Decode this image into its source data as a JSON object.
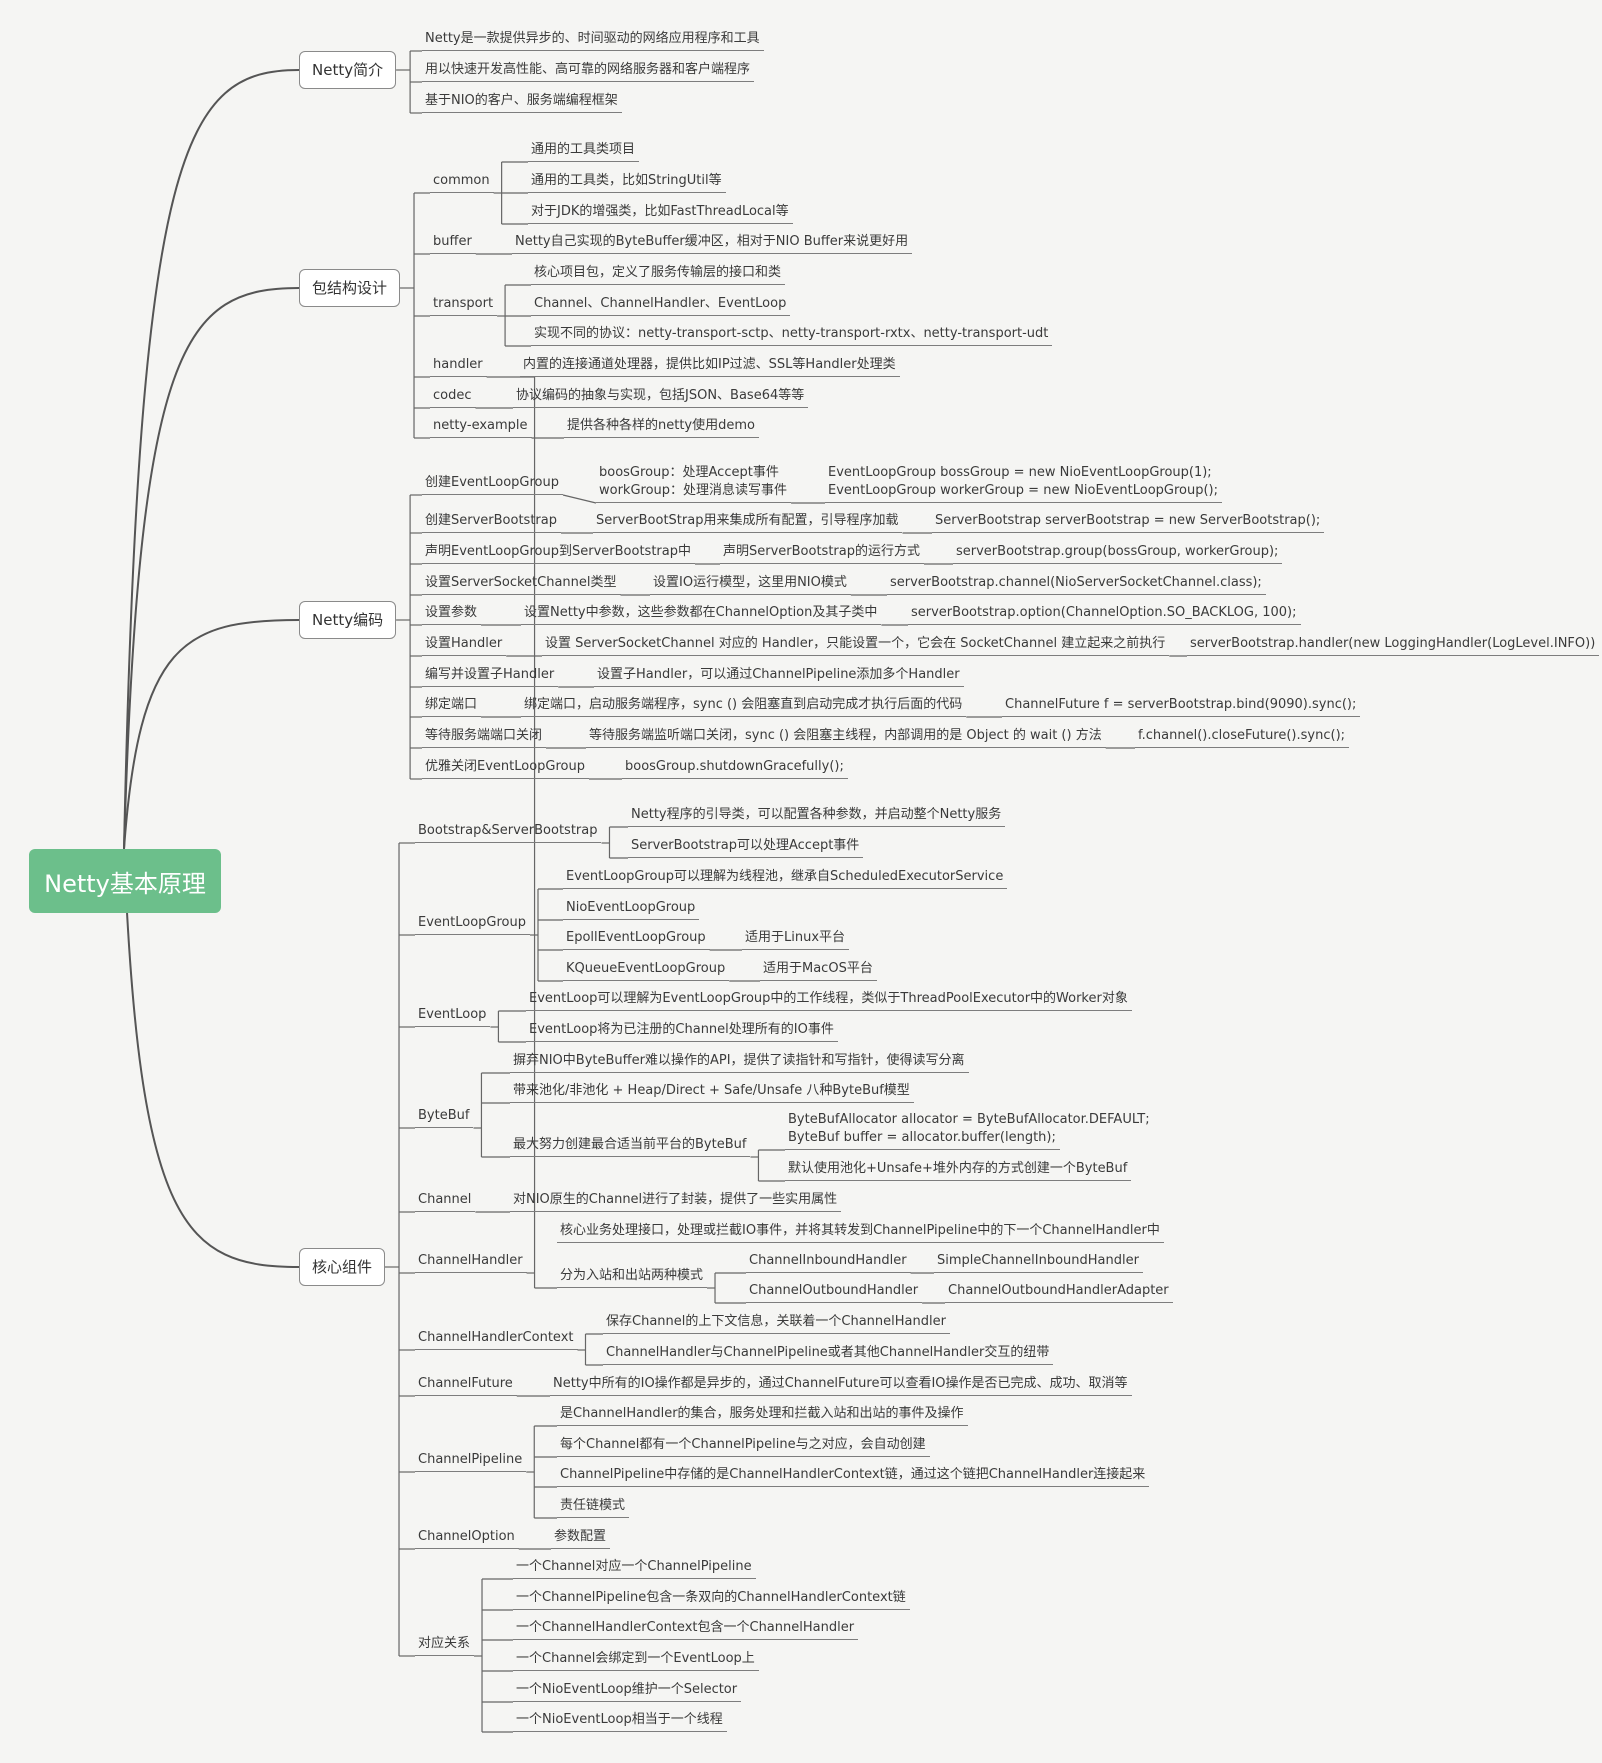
{
  "root": "Netty基本原理",
  "b1": {
    "title": "Netty简介",
    "items": [
      "Netty是一款提供异步的、时间驱动的网络应用程序和工具",
      "用以快速开发高性能、高可靠的网络服务器和客户端程序",
      "基于NIO的客户、服务端编程框架"
    ]
  },
  "b2": {
    "title": "包结构设计",
    "common": {
      "label": "common",
      "items": [
        "通用的工具类项目",
        "通用的工具类，比如StringUtil等",
        "对于JDK的增强类，比如FastThreadLocal等"
      ]
    },
    "buffer": {
      "label": "buffer",
      "desc": "Netty自己实现的ByteBuffer缓冲区，相对于NIO Buffer来说更好用"
    },
    "transport": {
      "label": "transport",
      "items": [
        "核心项目包，定义了服务传输层的接口和类",
        "Channel、ChannelHandler、EventLoop",
        "实现不同的协议：netty-transport-sctp、netty-transport-rxtx、netty-transport-udt"
      ]
    },
    "handler": {
      "label": "handler",
      "desc": "内置的连接通道处理器，提供比如IP过滤、SSL等Handler处理类"
    },
    "codec": {
      "label": "codec",
      "desc": "协议编码的抽象与实现，包括JSON、Base64等等"
    },
    "example": {
      "label": "netty-example",
      "desc": "提供各种各样的netty使用demo"
    }
  },
  "b3": {
    "title": "Netty编码",
    "s1": {
      "label": "创建EventLoopGroup",
      "boss": "boosGroup：处理Accept事件",
      "worker": "workGroup：处理消息读写事件",
      "code_boss": "EventLoopGroup bossGroup = new NioEventLoopGroup(1);",
      "code_worker": "EventLoopGroup workerGroup = new NioEventLoopGroup();"
    },
    "s2": {
      "label": "创建ServerBootstrap",
      "desc": "ServerBootStrap用来集成所有配置，引导程序加载",
      "code": "ServerBootstrap serverBootstrap = new ServerBootstrap();"
    },
    "s3": {
      "label": "声明EventLoopGroup到ServerBootstrap中",
      "desc": "声明ServerBootstrap的运行方式",
      "code": "serverBootstrap.group(bossGroup, workerGroup);"
    },
    "s4": {
      "label": "设置ServerSocketChannel类型",
      "desc": "设置IO运行模型，这里用NIO模式",
      "code": "serverBootstrap.channel(NioServerSocketChannel.class);"
    },
    "s5": {
      "label": "设置参数",
      "desc": "设置Netty中参数，这些参数都在ChannelOption及其子类中",
      "code": "serverBootstrap.option(ChannelOption.SO_BACKLOG, 100);"
    },
    "s6": {
      "label": "设置Handler",
      "desc": "设置 ServerSocketChannel 对应的 Handler，只能设置一个，它会在 SocketChannel 建立起来之前执行",
      "code": "serverBootstrap.handler(new LoggingHandler(LogLevel.INFO))"
    },
    "s7": {
      "label": "编写并设置子Handler",
      "desc": "设置子Handler，可以通过ChannelPipeline添加多个Handler"
    },
    "s8": {
      "label": "绑定端口",
      "desc": "绑定端口，启动服务端程序，sync () 会阻塞直到启动完成才执行后面的代码",
      "code": "ChannelFuture f = serverBootstrap.bind(9090).sync();"
    },
    "s9": {
      "label": "等待服务端端口关闭",
      "desc": "等待服务端监听端口关闭，sync () 会阻塞主线程，内部调用的是 Object 的 wait () 方法",
      "code": "f.channel().closeFuture().sync();"
    },
    "s10": {
      "label": "优雅关闭EventLoopGroup",
      "code": "boosGroup.shutdownGracefully();"
    }
  },
  "b4": {
    "title": "核心组件",
    "bootstrap": {
      "label": "Bootstrap&ServerBootstrap",
      "items": [
        "Netty程序的引导类，可以配置各种参数，并启动整个Netty服务",
        "ServerBootstrap可以处理Accept事件"
      ]
    },
    "elg": {
      "label": "EventLoopGroup",
      "items": [
        "EventLoopGroup可以理解为线程池，继承自ScheduledExecutorService",
        "NioEventLoopGroup",
        "EpollEventLoopGroup",
        "KQueueEventLoopGroup"
      ],
      "epoll_note": "适用于Linux平台",
      "kqueue_note": "适用于MacOS平台"
    },
    "el": {
      "label": "EventLoop",
      "items": [
        "EventLoop可以理解为EventLoopGroup中的工作线程，类似于ThreadPoolExecutor中的Worker对象",
        "EventLoop将为已注册的Channel处理所有的IO事件"
      ]
    },
    "bytebuf": {
      "label": "ByteBuf",
      "items": [
        "摒弃NIO中ByteBuffer难以操作的API，提供了读指针和写指针，使得读写分离",
        "带来池化/非池化 + Heap/Direct + Safe/Unsafe 八种ByteBuf模型",
        "最大努力创建最合适当前平台的ByteBuf"
      ],
      "code1": "ByteBufAllocator allocator = ByteBufAllocator.DEFAULT;",
      "code2": "ByteBuf buffer = allocator.buffer(length);",
      "note": "默认使用池化+Unsafe+堆外内存的方式创建一个ByteBuf"
    },
    "channel": {
      "label": "Channel",
      "desc": "对NIO原生的Channel进行了封装，提供了一些实用属性"
    },
    "handler": {
      "label": "ChannelHandler",
      "desc": "核心业务处理接口，处理或拦截IO事件，并将其转发到ChannelPipeline中的下一个ChannelHandler中",
      "mode": "分为入站和出站两种模式",
      "inbound": "ChannelInboundHandler",
      "inbound_impl": "SimpleChannelInboundHandler",
      "outbound": "ChannelOutboundHandler",
      "outbound_impl": "ChannelOutboundHandlerAdapter"
    },
    "ctx": {
      "label": "ChannelHandlerContext",
      "items": [
        "保存Channel的上下文信息，关联着一个ChannelHandler",
        "ChannelHandler与ChannelPipeline或者其他ChannelHandler交互的纽带"
      ]
    },
    "future": {
      "label": "ChannelFuture",
      "desc": "Netty中所有的IO操作都是异步的，通过ChannelFuture可以查看IO操作是否已完成、成功、取消等"
    },
    "pipeline": {
      "label": "ChannelPipeline",
      "items": [
        "是ChannelHandler的集合，服务处理和拦截入站和出站的事件及操作",
        "每个Channel都有一个ChannelPipeline与之对应，会自动创建",
        "ChannelPipeline中存储的是ChannelHandlerContext链，通过这个链把ChannelHandler连接起来",
        "责任链模式"
      ]
    },
    "option": {
      "label": "ChannelOption",
      "desc": "参数配置"
    },
    "rel": {
      "label": "对应关系",
      "items": [
        "一个Channel对应一个ChannelPipeline",
        "一个ChannelPipeline包含一条双向的ChannelHandlerContext链",
        "一个ChannelHandlerContext包含一个ChannelHandler",
        "一个Channel会绑定到一个EventLoop上",
        "一个NioEventLoop维护一个Selector",
        "一个NioEventLoop相当于一个线程"
      ]
    }
  }
}
